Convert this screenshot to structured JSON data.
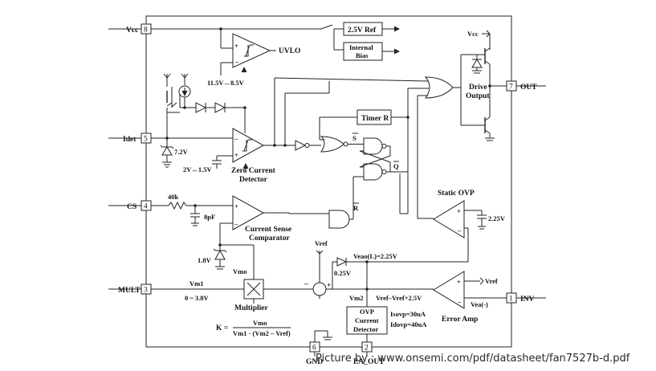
{
  "pins": {
    "vcc": {
      "label": "Vcc",
      "num": "8"
    },
    "idet": {
      "label": "Idet",
      "num": "5"
    },
    "cs": {
      "label": "CS",
      "num": "4"
    },
    "mult": {
      "label": "MULT",
      "num": "3"
    },
    "out": {
      "label": "OUT",
      "num": "7"
    },
    "inv": {
      "label": "INV",
      "num": "1"
    },
    "gnd": {
      "label": "GND",
      "num": "6"
    },
    "eaout": {
      "label": "EA_OUT",
      "num": "2"
    }
  },
  "blocks": {
    "uvlo": "UVLO",
    "uvlo_threshold": "11.5V↔8.5V",
    "ref": "2.5V Ref",
    "bias_line1": "Internal",
    "bias_line2": "Bias",
    "timer": "Timer R",
    "drive_line1": "Drive",
    "drive_line2": "Output",
    "zcd_line1": "Zero Current",
    "zcd_line2": "Detector",
    "zcd_threshold": "2V↔1.5V",
    "csc_line1": "Current Sense",
    "csc_line2": "Comparator",
    "multiplier": "Multiplier",
    "static_ovp": "Static OVP",
    "error_amp": "Error Amp",
    "ovp_line1": "OVP",
    "ovp_line2": "Current",
    "ovp_line3": "Detector"
  },
  "labels": {
    "vcc_drive": "Vcc",
    "zener_72": "7.2V",
    "r40k": "40k",
    "c8pf": "8pF",
    "zener_18": "1.8V",
    "vmo": "Vmo",
    "vm1": "Vm1",
    "mult_range": "0 ~ 3.8V",
    "vref_top": "Vref",
    "veao": "Veao(L)=2.25V",
    "d025": "0.25V",
    "vm2": "Vm2",
    "vref_eq": "Vref–Vref+2.5V",
    "vref_ea": "Vref",
    "vea_minus": "Vea(-)",
    "ovp_225": "2.25V",
    "isovp": "Isovp=30uA",
    "idovp": "Idovp=40uA",
    "s_bar": "S",
    "q_bar": "Q",
    "r_bar": "R",
    "plus": "+",
    "minus": "–",
    "k_lhs": "K =",
    "k_num": "Vmo",
    "k_den": "Vm1 · (Vm2 – Vref)"
  },
  "caption": "Picture by : www.onsemi.com/pdf/datasheet/fan7527b-d.pdf"
}
